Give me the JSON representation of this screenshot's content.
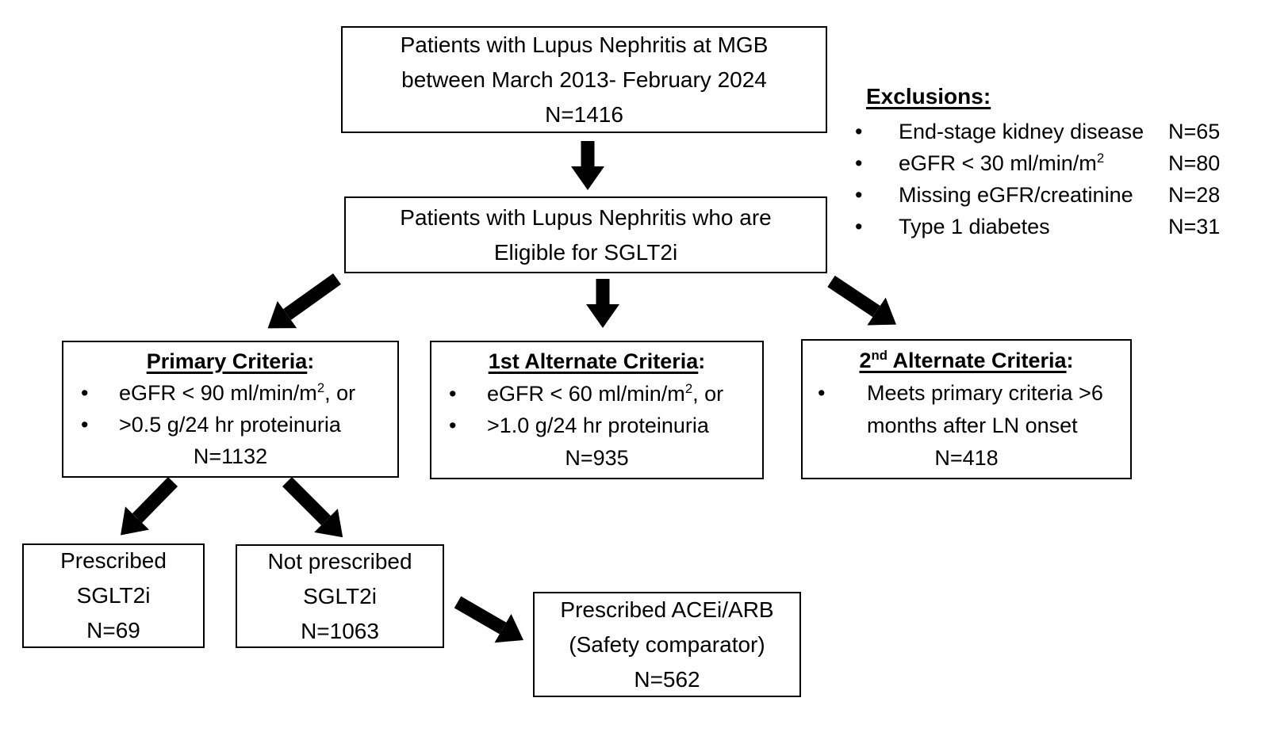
{
  "colors": {
    "background": "#ffffff",
    "text": "#000000",
    "box_border": "#000000",
    "arrow": "#000000"
  },
  "glyphs": {
    "bullet": "•"
  },
  "flowchart": {
    "source_box": {
      "line1": "Patients with Lupus Nephritis at MGB",
      "line2": "between March 2013- February 2024",
      "n": "N=1416"
    },
    "eligible_box": {
      "line1": "Patients with Lupus Nephritis who are",
      "line2": "Eligible for SGLT2i"
    },
    "primary_box": {
      "heading": "Primary Criteria",
      "heading_suffix": ":",
      "bullet1_pre": "eGFR < 90 ml/min/m",
      "bullet1_sup": "2",
      "bullet1_post": ", or",
      "bullet2": ">0.5 g/24 hr proteinuria",
      "n": "N=1132"
    },
    "alt1_box": {
      "heading": "1st Alternate Criteria",
      "heading_suffix": ":",
      "bullet1_pre": "eGFR < 60 ml/min/m",
      "bullet1_sup": "2",
      "bullet1_post": ", or",
      "bullet2": ">1.0 g/24 hr proteinuria",
      "n": "N=935"
    },
    "alt2_box": {
      "heading_num": "2",
      "heading_sup": "nd",
      "heading_rest": " Alternate Criteria",
      "heading_suffix": ":",
      "bullet1_line1": "Meets primary criteria >6",
      "bullet1_line2": "months after LN onset",
      "n": "N=418"
    },
    "prescribed_box": {
      "line1": "Prescribed",
      "line2": "SGLT2i",
      "n": "N=69"
    },
    "not_prescribed_box": {
      "line1": "Not prescribed",
      "line2": "SGLT2i",
      "n": "N=1063"
    },
    "acei_box": {
      "line1": "Prescribed ACEi/ARB",
      "line2": "(Safety comparator)",
      "n": "N=562"
    }
  },
  "exclusions": {
    "heading": "Exclusions:",
    "items": [
      {
        "label": "End-stage kidney disease",
        "n": "N=65"
      },
      {
        "label": "eGFR < 30 ml/min/m",
        "label_sup": "2",
        "n": "N=80"
      },
      {
        "label": "Missing eGFR/creatinine",
        "n": "N=28"
      },
      {
        "label": "Type 1 diabetes",
        "n": "N=31"
      }
    ]
  }
}
